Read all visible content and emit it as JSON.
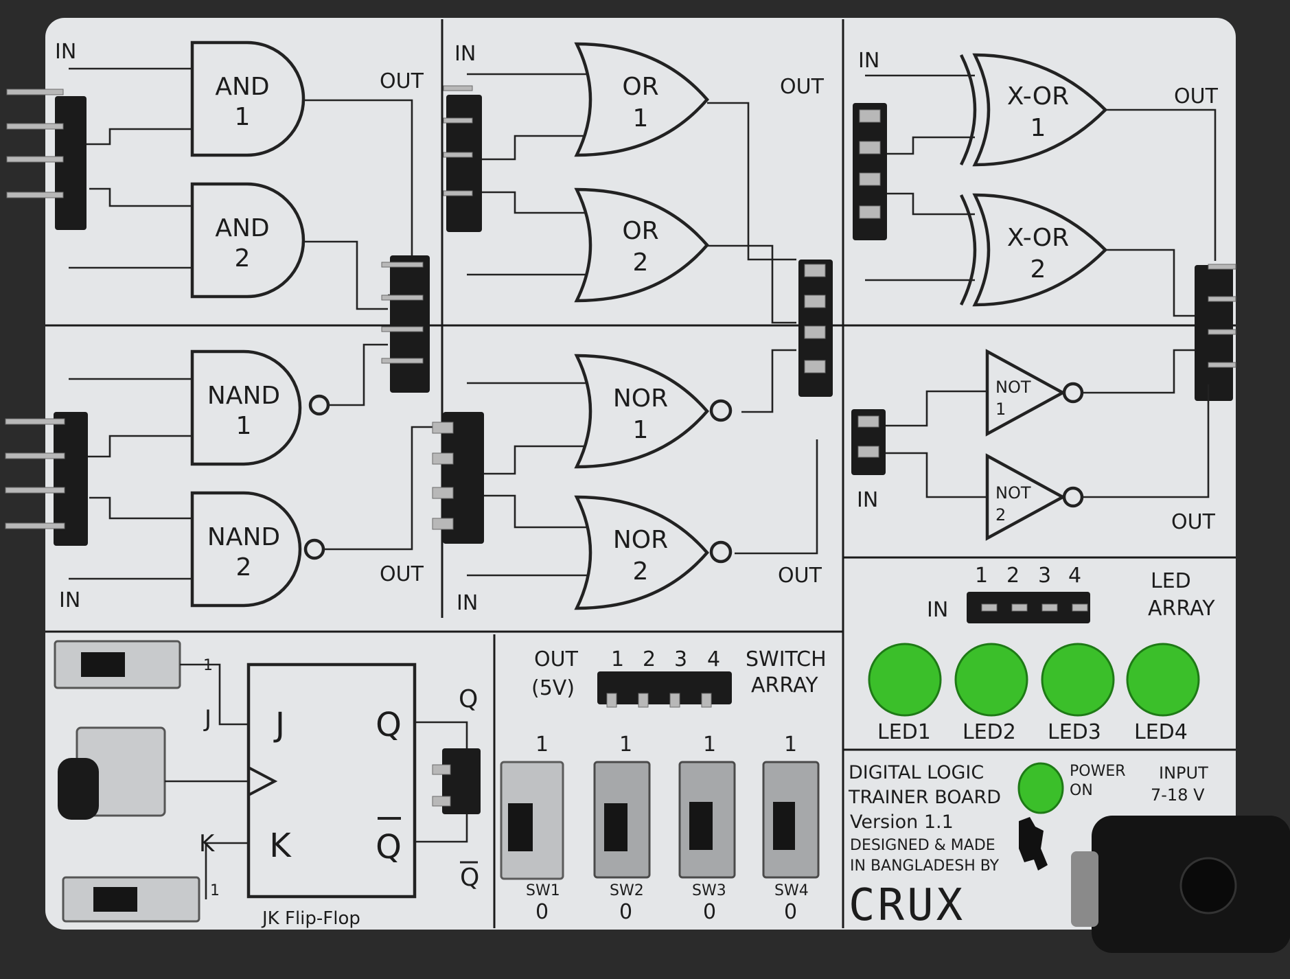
{
  "board": {
    "title_line1": "DIGITAL LOGIC",
    "title_line2": "TRAINER BOARD",
    "version": "Version 1.1",
    "credit_line1": "DESIGNED & MADE",
    "credit_line2": "IN BANGLADESH BY",
    "brand": "CRUX",
    "power_label_1": "POWER",
    "power_label_2": "ON",
    "input_label_1": "INPUT",
    "input_label_2": "7-18 V"
  },
  "gates": {
    "and1_a": "AND",
    "and1_b": "1",
    "and2_a": "AND",
    "and2_b": "2",
    "nand1_a": "NAND",
    "nand1_b": "1",
    "nand2_a": "NAND",
    "nand2_b": "2",
    "or1_a": "OR",
    "or1_b": "1",
    "or2_a": "OR",
    "or2_b": "2",
    "nor1_a": "NOR",
    "nor1_b": "1",
    "nor2_a": "NOR",
    "nor2_b": "2",
    "xor1_a": "X-OR",
    "xor1_b": "1",
    "xor2_a": "X-OR",
    "xor2_b": "2",
    "not1_a": "NOT",
    "not1_b": "1",
    "not2_a": "NOT",
    "not2_b": "2"
  },
  "io": {
    "in": "IN",
    "out": "OUT"
  },
  "led_array": {
    "title_1": "LED",
    "title_2": "ARRAY",
    "in_label": "IN",
    "pin_numbers": [
      "1",
      "2",
      "3",
      "4"
    ],
    "leds": [
      "LED1",
      "LED2",
      "LED3",
      "LED4"
    ],
    "led_color": "#3bbf2a"
  },
  "switch_array": {
    "out_label_1": "OUT",
    "out_label_2": "(5V)",
    "title_1": "SWITCH",
    "title_2": "ARRAY",
    "pin_numbers": [
      "1",
      "2",
      "3",
      "4"
    ],
    "switches": [
      "SW1",
      "SW2",
      "SW3",
      "SW4"
    ],
    "high": "1",
    "low": "0"
  },
  "flipflop": {
    "title": "JK Flip-Flop",
    "j": "J",
    "k": "K",
    "q": "Q",
    "qbar": "Q",
    "switch_mark": "1"
  },
  "colors": {
    "board_bg": "#e4e6e8",
    "frame": "#2b2b2b",
    "ink": "#1c1c1c"
  }
}
